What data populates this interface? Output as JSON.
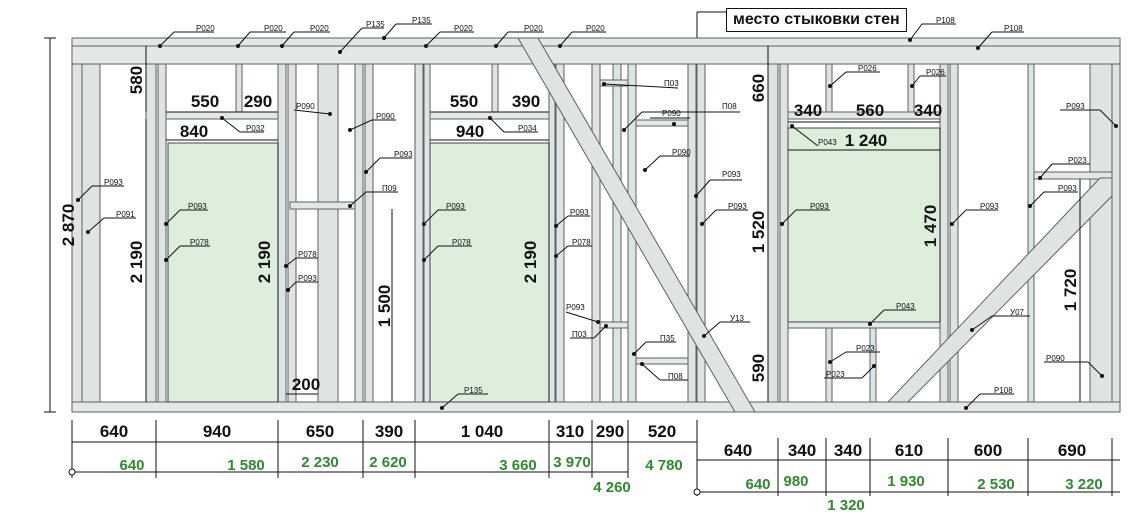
{
  "joint_label": "место стыковки стен",
  "total_height": "2 870",
  "heights": {
    "left_top": "580",
    "left_mid": "2 190",
    "win1_right": "2 190",
    "mid_1500": "1 500",
    "win2_right": "2 190",
    "r_top": "660",
    "r_mid": "1 520",
    "r_bot": "590",
    "win3_h": "1 470",
    "far_right": "1 720"
  },
  "widths": {
    "w1_550": "550",
    "w1_290": "290",
    "w1_840": "840",
    "door_200": "200",
    "w2_550": "550",
    "w2_390": "390",
    "w2_940": "940",
    "w3_340a": "340",
    "w3_560": "560",
    "w3_340b": "340",
    "w3_1240": "1 240"
  },
  "bottom_dims_left": [
    "640",
    "940",
    "650",
    "390",
    "1 040",
    "310",
    "290",
    "520"
  ],
  "cumulative_left": [
    "640",
    "1 580",
    "2 230",
    "2 620",
    "3 660",
    "3 970",
    "4 260",
    "4 780"
  ],
  "bottom_dims_right": [
    "640",
    "340",
    "340",
    "610",
    "600",
    "690"
  ],
  "cumulative_right": [
    "640",
    "980",
    "1 320",
    "1 930",
    "2 530",
    "3 220"
  ],
  "labels": {
    "r020a": "P020",
    "r020b": "P020",
    "r020c": "P020",
    "r135a": "P135",
    "r135b": "P135",
    "r020d": "P020",
    "r020e": "P020",
    "r020f": "P020",
    "p03a": "П03",
    "p08a": "П08",
    "r090a": "P090",
    "r090b": "P090",
    "r090c": "P090",
    "r090d": "P090",
    "r032": "P032",
    "r034": "P034",
    "r026a": "P026",
    "r026b": "P026",
    "r043a": "P043",
    "r043b": "P043",
    "r093a": "P093",
    "r093b": "P093",
    "r093c": "P093",
    "r093d": "P093",
    "r093e": "P093",
    "r093f": "P093",
    "r093g": "P093",
    "r093h": "P093",
    "r093i": "P093",
    "r093j": "P093",
    "r093k": "P093",
    "r093l": "P093",
    "r091": "P091",
    "r078a": "P078",
    "r078b": "P078",
    "r078c": "P078",
    "r078d": "P078",
    "p09": "П09",
    "p03b": "П03",
    "p35": "П35",
    "p08b": "П08",
    "u13": "У13",
    "u07": "У07",
    "r135c": "P135",
    "r108a": "P108",
    "r108b": "P108",
    "r108c": "P108",
    "r023a": "P023",
    "r023b": "P023",
    "r023c": "P023",
    "r090e": "P090"
  }
}
